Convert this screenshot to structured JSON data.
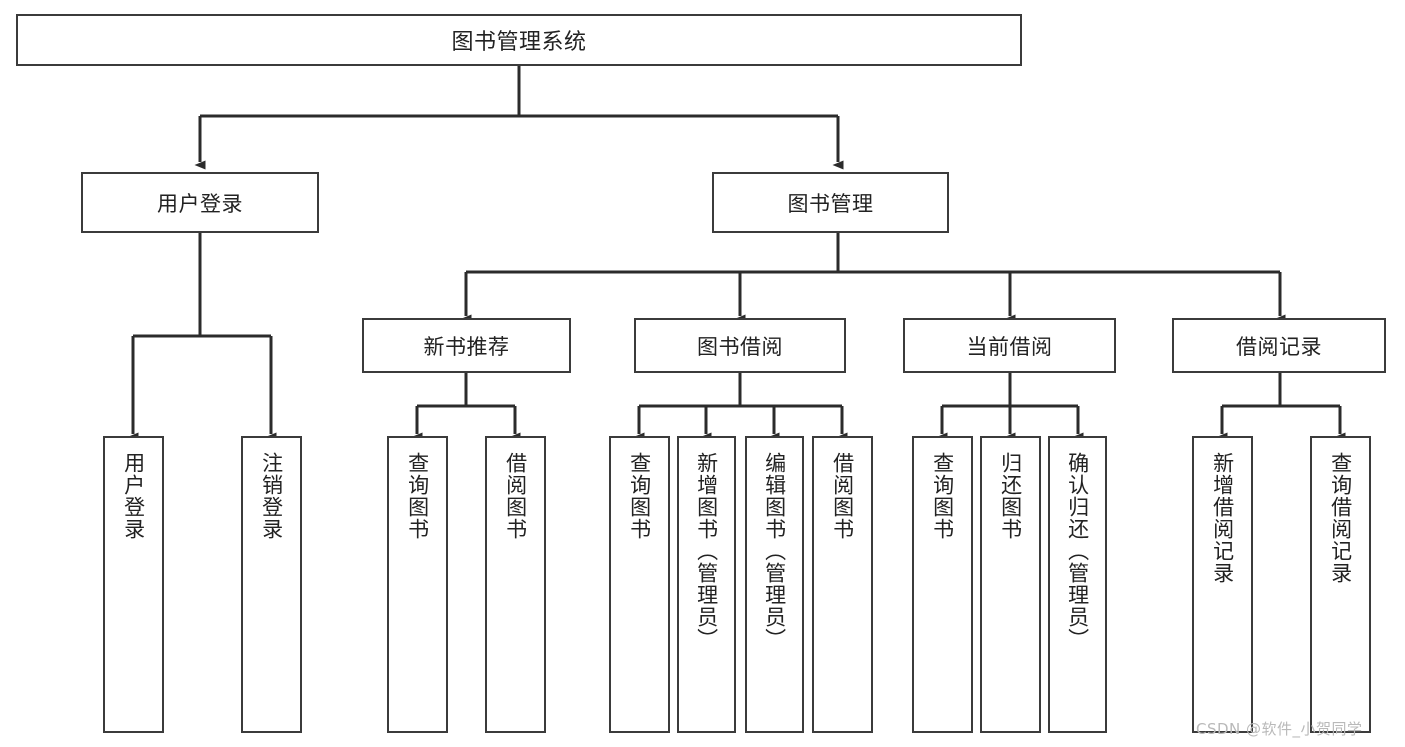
{
  "diagram": {
    "type": "hierarchy-tree",
    "title": "图书管理系统",
    "root": {
      "id": "root",
      "label": "图书管理系统",
      "orientation": "horizontal"
    },
    "level2": [
      {
        "id": "user-login",
        "label": "用户登录",
        "orientation": "horizontal"
      },
      {
        "id": "book-manage",
        "label": "图书管理",
        "orientation": "horizontal"
      }
    ],
    "level3": [
      {
        "id": "new-book-rec",
        "label": "新书推荐",
        "orientation": "horizontal",
        "parent": "book-manage"
      },
      {
        "id": "book-borrow",
        "label": "图书借阅",
        "orientation": "horizontal",
        "parent": "book-manage"
      },
      {
        "id": "current-borrow",
        "label": "当前借阅",
        "orientation": "horizontal",
        "parent": "book-manage"
      },
      {
        "id": "borrow-record",
        "label": "借阅记录",
        "orientation": "horizontal",
        "parent": "book-manage"
      }
    ],
    "leaves": [
      {
        "id": "leaf-user-login",
        "label": "用户登录",
        "parent": "user-login"
      },
      {
        "id": "leaf-logout",
        "label": "注销登录",
        "parent": "user-login"
      },
      {
        "id": "leaf-query-book-1",
        "label": "查询图书",
        "parent": "new-book-rec"
      },
      {
        "id": "leaf-borrow-book-1",
        "label": "借阅图书",
        "parent": "new-book-rec"
      },
      {
        "id": "leaf-query-book-2",
        "label": "查询图书",
        "parent": "book-borrow"
      },
      {
        "id": "leaf-add-book",
        "label": "新增图书（管理员）",
        "parent": "book-borrow"
      },
      {
        "id": "leaf-edit-book",
        "label": "编辑图书（管理员）",
        "parent": "book-borrow"
      },
      {
        "id": "leaf-borrow-book-2",
        "label": "借阅图书",
        "parent": "book-borrow"
      },
      {
        "id": "leaf-query-book-3",
        "label": "查询图书",
        "parent": "current-borrow"
      },
      {
        "id": "leaf-return-book",
        "label": "归还图书",
        "parent": "current-borrow"
      },
      {
        "id": "leaf-confirm-return",
        "label": "确认归还（管理员）",
        "parent": "current-borrow"
      },
      {
        "id": "leaf-add-record",
        "label": "新增借阅记录",
        "parent": "borrow-record"
      },
      {
        "id": "leaf-query-record",
        "label": "查询借阅记录",
        "parent": "borrow-record"
      }
    ],
    "colors": {
      "border": "#3b3b3b",
      "text": "#222222",
      "background": "#ffffff",
      "connector": "#2b2b2b",
      "watermark": "#b9b9b9"
    }
  },
  "watermark": {
    "text": "CSDN @软件_小贺同学"
  }
}
